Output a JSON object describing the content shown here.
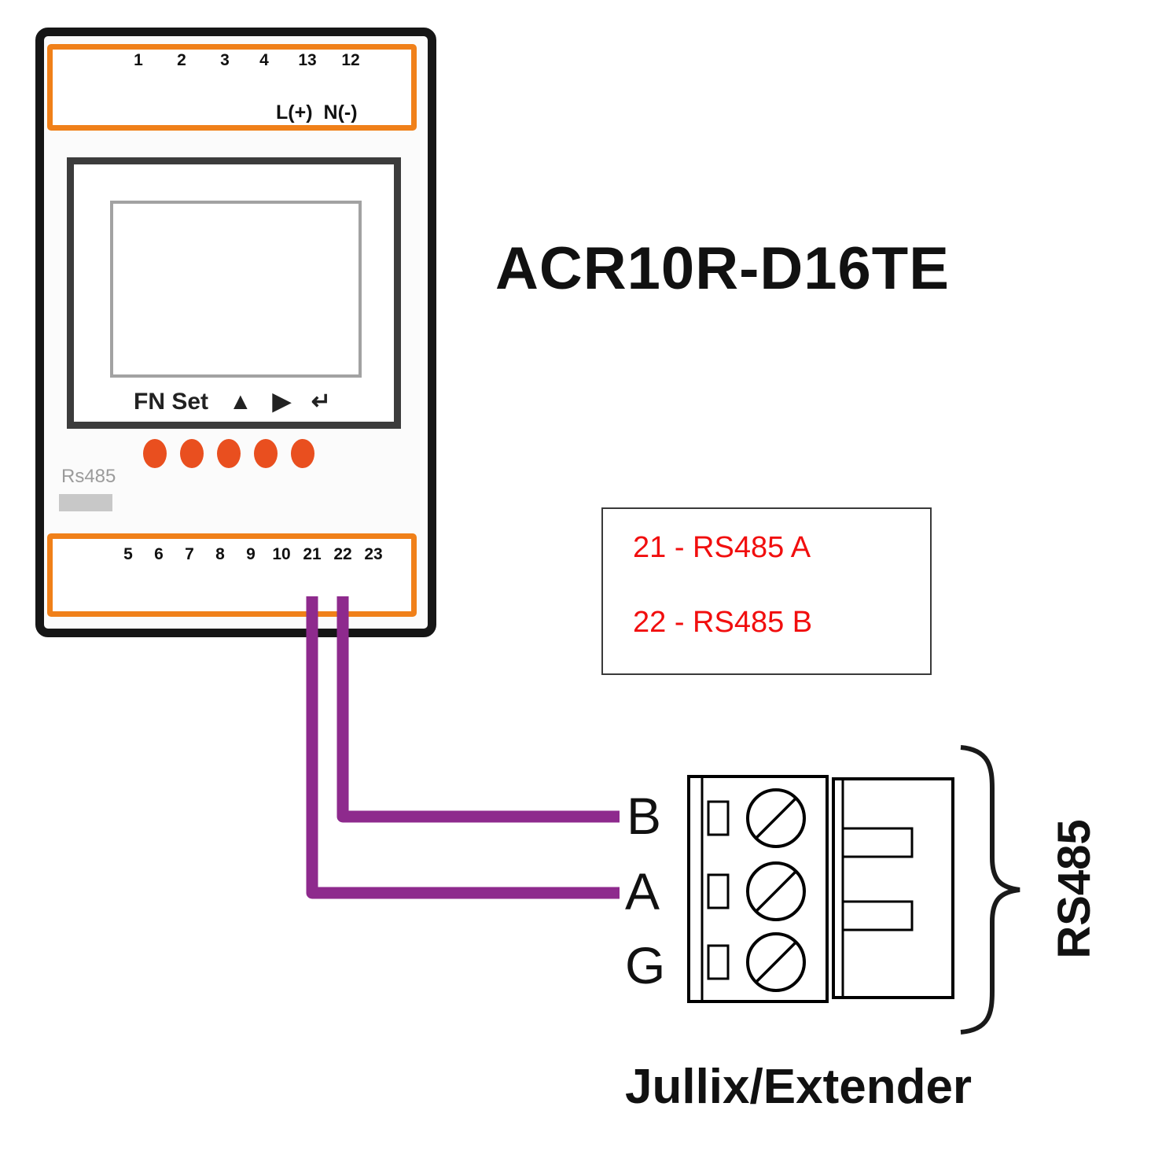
{
  "title": "ACR10R-D16TE",
  "device": {
    "top_terminals": [
      "1",
      "2",
      "3",
      "4",
      "13",
      "12"
    ],
    "power_labels": [
      "L(+)",
      "N(-)"
    ],
    "display": {
      "fn_set_label": "FN Set",
      "buttons": [
        "▲",
        "▶",
        "↵"
      ]
    },
    "rs485_port_label": "Rs485",
    "bottom_terminals": [
      "5",
      "6",
      "7",
      "8",
      "9",
      "10",
      "21",
      "22",
      "23"
    ]
  },
  "legend": {
    "lines": [
      "21 - RS485 A",
      "22 - RS485 B"
    ],
    "text_color": "#FF0000"
  },
  "connector": {
    "pins": [
      "B",
      "A",
      "G"
    ],
    "bracket_label": "RS485",
    "caption": "Jullix/Extender"
  },
  "colors": {
    "terminal_strip_orange": "#F08019",
    "led_orange": "#E94F1F",
    "wire_purple": "#8E2A8D",
    "legend_red": "#FF0000"
  }
}
